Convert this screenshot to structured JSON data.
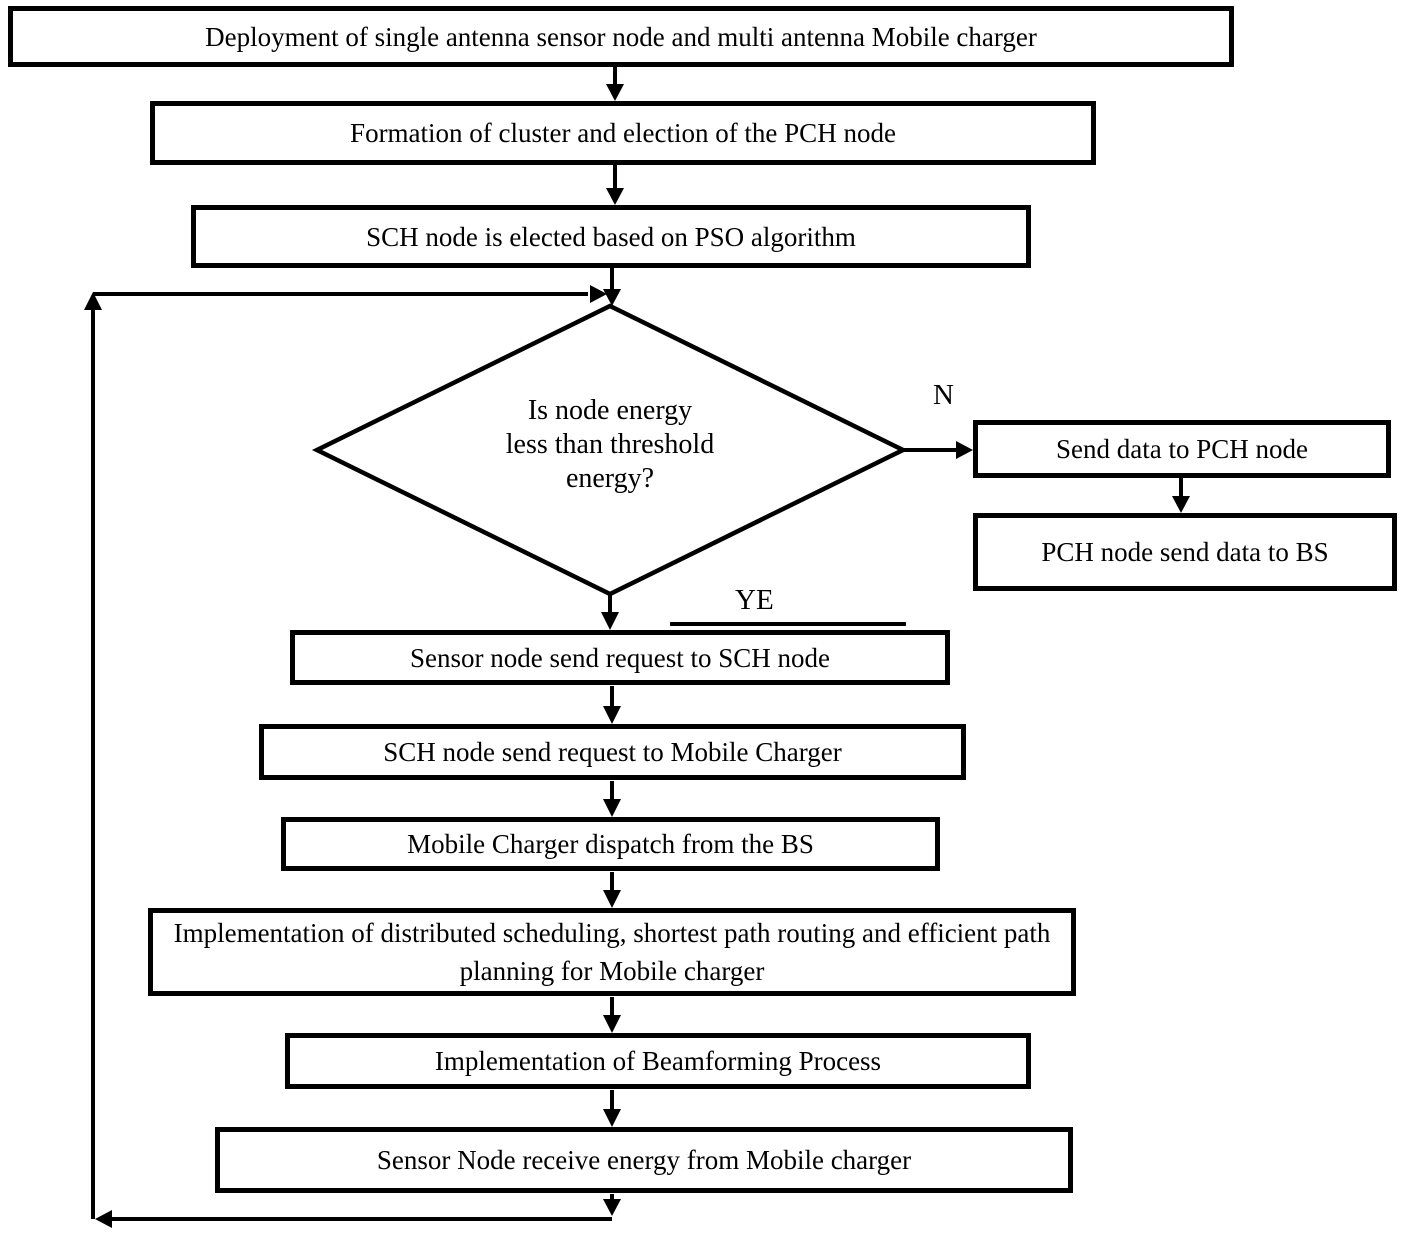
{
  "diagram": {
    "colors": {
      "stroke": "#000000",
      "background": "#ffffff",
      "text": "#000000"
    },
    "nodes": {
      "deploy": {
        "label": "Deployment of single antenna sensor node and multi antenna Mobile charger"
      },
      "formation": {
        "label": "Formation of cluster and election of the PCH node"
      },
      "sch_elect": {
        "label": "SCH node is elected based on PSO algorithm"
      },
      "decision": {
        "lines": [
          "Is node energy",
          "less than threshold",
          "energy?"
        ]
      },
      "send_pch": {
        "label": "Send data to PCH node"
      },
      "pch_bs": {
        "label": "PCH node send data to BS"
      },
      "sensor_req": {
        "label": "Sensor node send request to SCH node"
      },
      "sch_req": {
        "label": "SCH node send request to Mobile Charger"
      },
      "dispatch": {
        "label": "Mobile Charger dispatch from the BS"
      },
      "implement": {
        "label": "Implementation of distributed scheduling, shortest path routing and efficient path planning for Mobile charger"
      },
      "beamform": {
        "label": "Implementation of Beamforming Process"
      },
      "receive": {
        "label": "Sensor Node receive energy from Mobile charger"
      }
    },
    "branch_labels": {
      "no": "N",
      "yes": "YE"
    }
  }
}
